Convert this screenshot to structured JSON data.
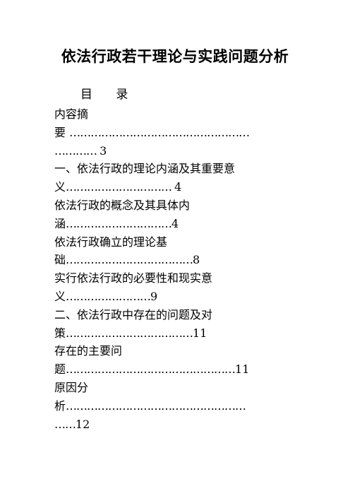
{
  "document": {
    "title": "依法行政若干理论与实践问题分析",
    "toc_heading": "目 录",
    "toc_lines": [
      {
        "text": "内容摘",
        "dots": "",
        "page": ""
      },
      {
        "text": "要 ",
        "dots": "……………………………………………",
        "page": ""
      },
      {
        "text": "",
        "dots": "………… ",
        "page": "3"
      },
      {
        "text": "一、依法行政的理论内涵及其重要意",
        "dots": "",
        "page": ""
      },
      {
        "text": "义",
        "dots": "………………………… ",
        "page": "4"
      },
      {
        "text": "依法行政的概念及其具体内",
        "dots": "",
        "page": ""
      },
      {
        "text": "涵",
        "dots": "…………………………",
        "page": "4"
      },
      {
        "text": "依法行政确立的理论基",
        "dots": "",
        "page": ""
      },
      {
        "text": "础",
        "dots": "………………………………",
        "page": "8"
      },
      {
        "text": "实行依法行政的必要性和现实意",
        "dots": "",
        "page": ""
      },
      {
        "text": "义",
        "dots": "……………………",
        "page": "9"
      },
      {
        "text": "二、依法行政中存在的问题及对",
        "dots": "",
        "page": ""
      },
      {
        "text": "策",
        "dots": "………………………………",
        "page": "11"
      },
      {
        "text": "存在的主要问",
        "dots": "",
        "page": ""
      },
      {
        "text": "题",
        "dots": "…………………………………………",
        "page": "11"
      },
      {
        "text": "原因分",
        "dots": "",
        "page": ""
      },
      {
        "text": "析",
        "dots": "……………………………………………",
        "page": ""
      },
      {
        "text": "",
        "dots": "……",
        "page": "12"
      }
    ]
  }
}
